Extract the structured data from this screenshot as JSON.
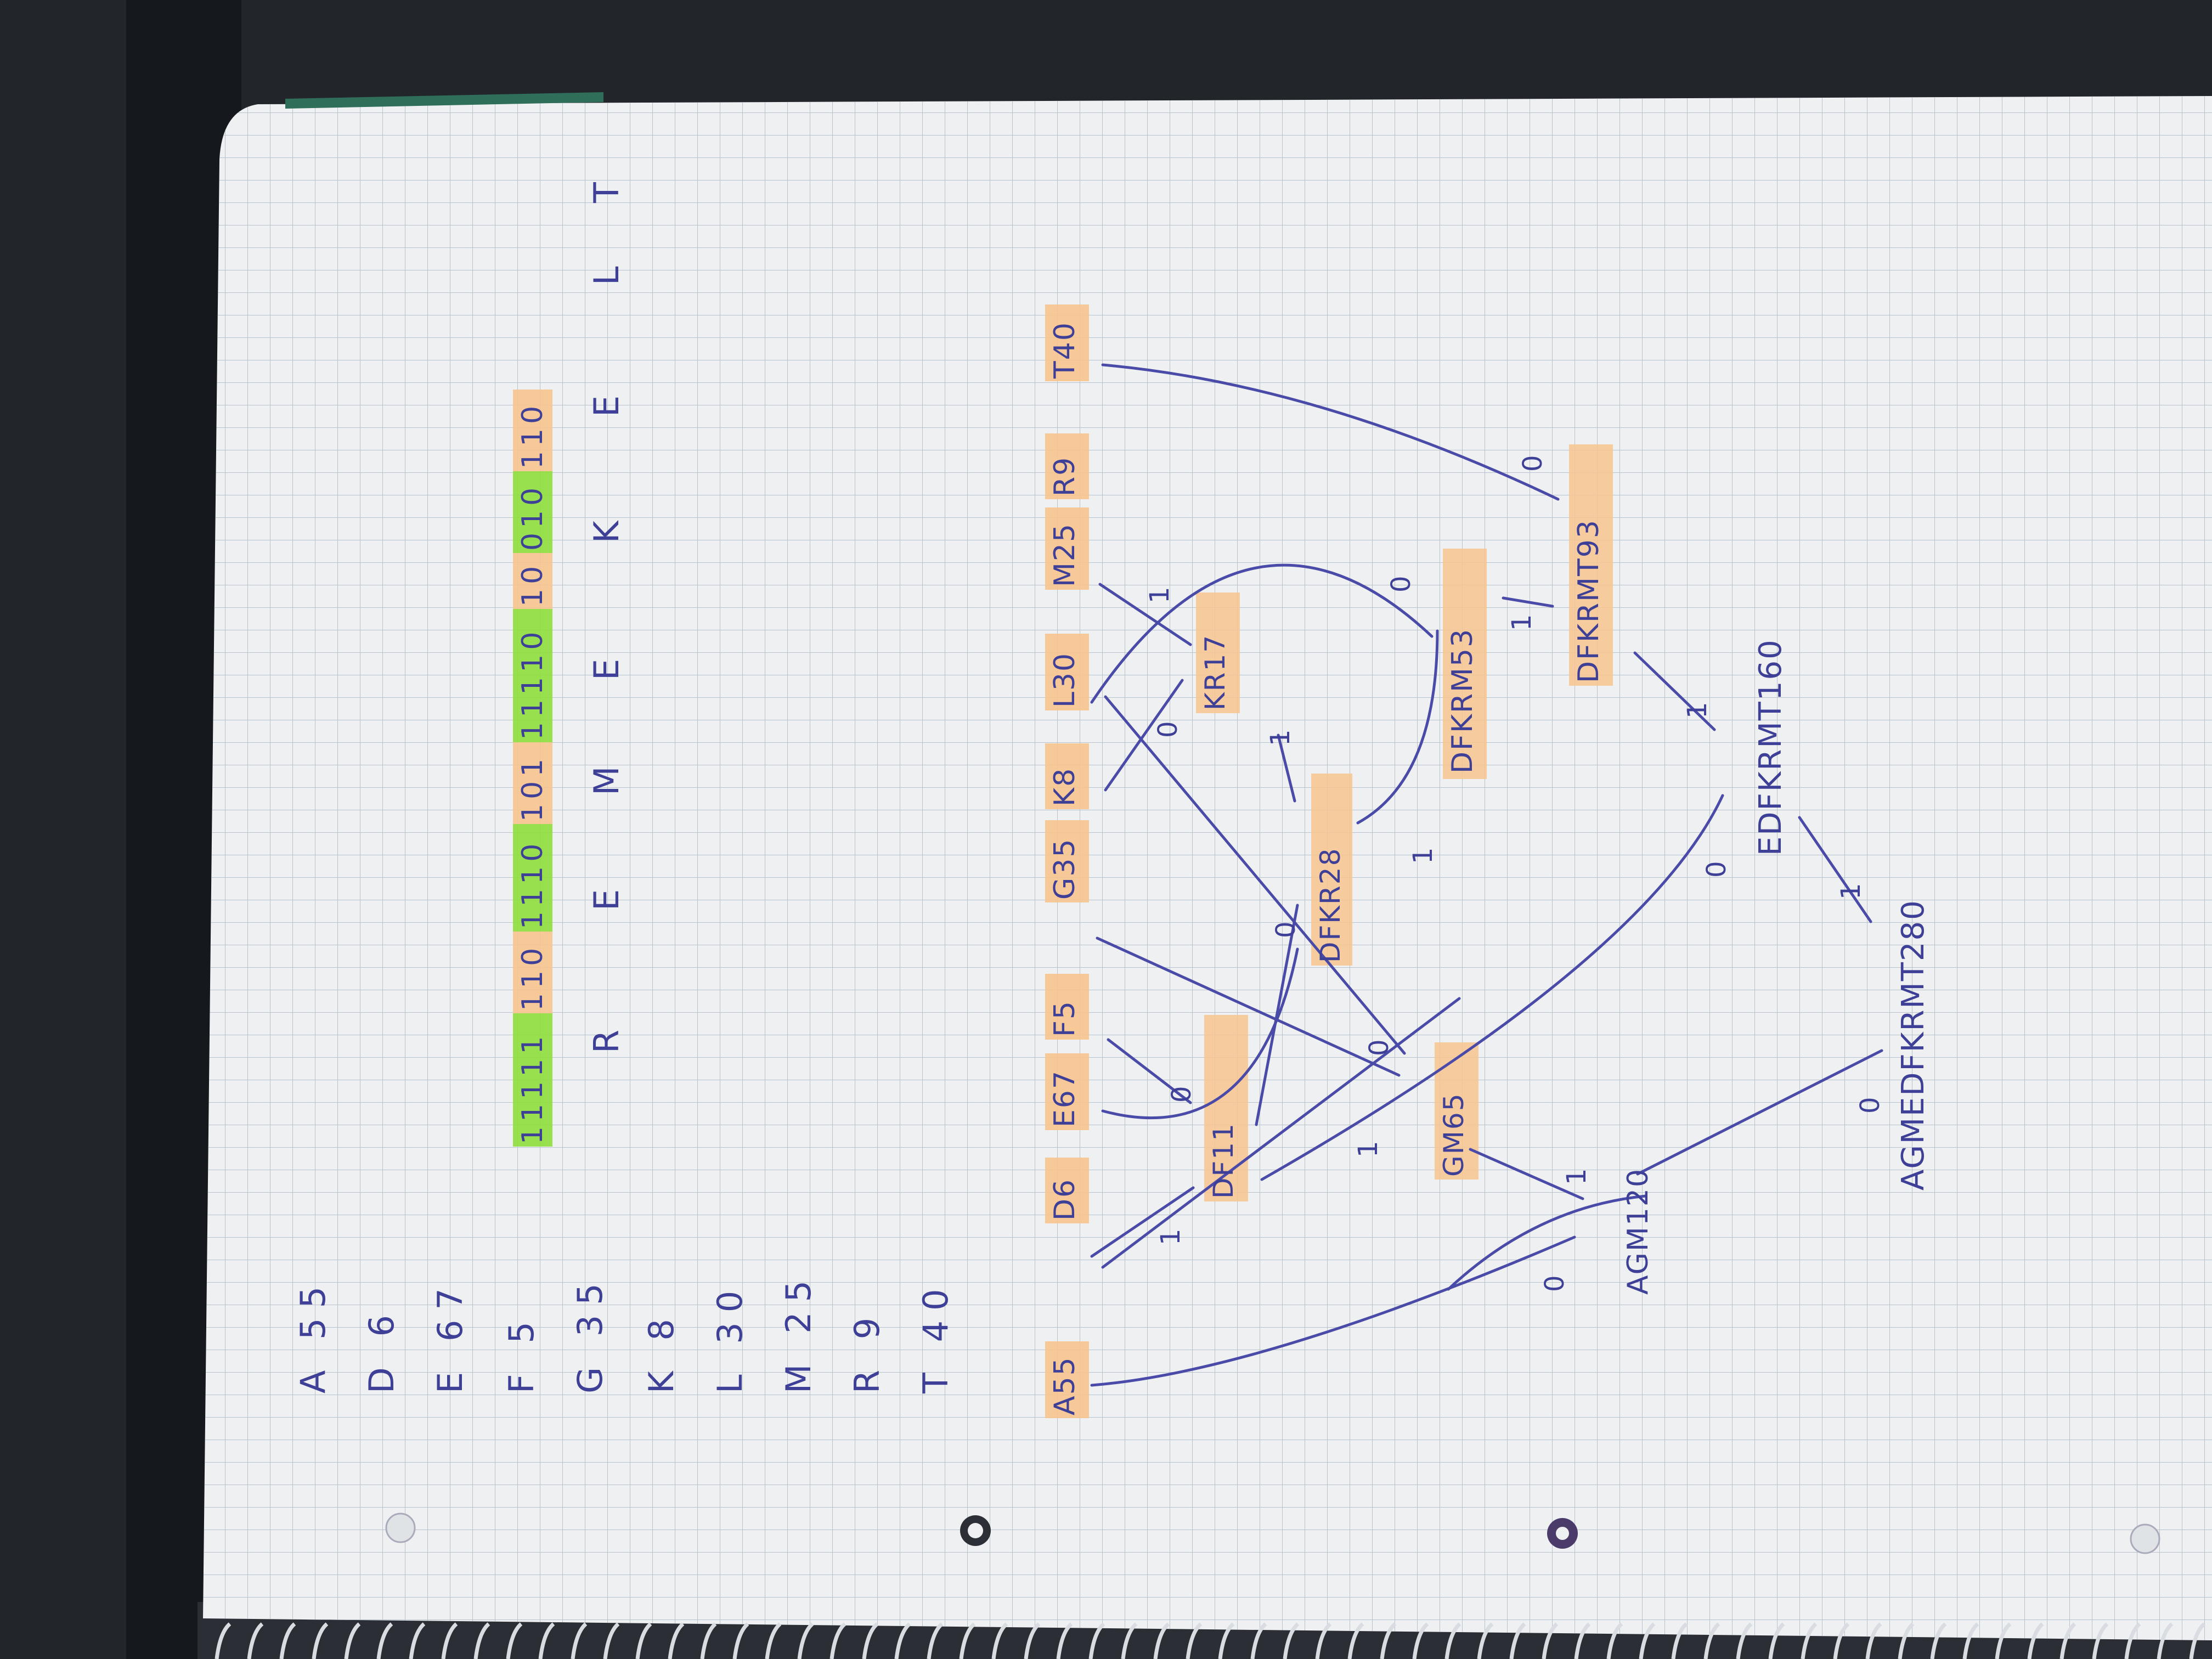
{
  "colors": {
    "background": "#22262b",
    "paper": "#eef0f2",
    "grid": "#b8c2cc",
    "ink": "#3e3f97",
    "highlight_orange": "#f7c48f",
    "highlight_green": "#8fde3c"
  },
  "frequency_table": [
    "A 55",
    "D 6",
    "E 67",
    "F 5",
    "G 35",
    "K 8",
    "L 30",
    "M 25",
    "R 9",
    "T 40"
  ],
  "code_string": {
    "segments": [
      {
        "text": "11111",
        "color": "green"
      },
      {
        "text": "110",
        "color": "orange"
      },
      {
        "text": "1110",
        "color": "green"
      },
      {
        "text": "101",
        "color": "orange"
      },
      {
        "text": "11110",
        "color": "green"
      },
      {
        "text": "10",
        "color": "orange"
      },
      {
        "text": "010",
        "color": "green"
      },
      {
        "text": "110",
        "color": "orange"
      }
    ],
    "letters": [
      "R",
      "E",
      "M",
      "E",
      "K",
      "E",
      "L",
      "T"
    ]
  },
  "leaves": [
    "A55",
    "D6",
    "E67",
    "F5",
    "G35",
    "K8",
    "L30",
    "M25",
    "R9",
    "T40"
  ],
  "tree_nodes": {
    "n_df": "DF11",
    "n_kr": "KR17",
    "n_dfkr": "DFKR28",
    "n_gm": "GM65",
    "n_dfkrm": "DFKRM53",
    "n_dfkrmt": "DFKRMT93",
    "n_agm": "AGM120",
    "n_edfkrmt": "EDFKRMT160",
    "n_root": "AGMEDFKRMT280"
  },
  "edge_labels": {
    "df_1": "1",
    "df_0": "0",
    "kr_0": "0",
    "kr_1": "1",
    "dfkr_1": "1",
    "dfkr_0": "0",
    "gm_1": "1",
    "gm_0": "0",
    "dfkrm_1": "1",
    "dfkrm_0": "0",
    "dfkrmt_1": "1",
    "dfkrmt_0": "0",
    "agm_0": "0",
    "agm_1": "1",
    "edfkrmt_0": "0",
    "edfkrmt_1": "1",
    "root_1": "1",
    "root_0": "0"
  }
}
